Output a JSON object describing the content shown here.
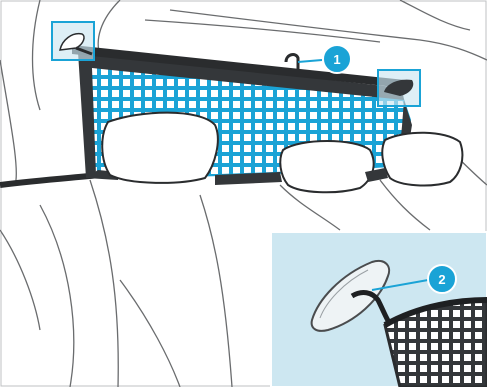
{
  "figure": {
    "callouts": [
      {
        "number": "1",
        "label": "center-fastener-callout"
      },
      {
        "number": "2",
        "label": "side-fastener-callout"
      }
    ]
  },
  "colors": {
    "accent": "#1aa3d6",
    "accent_light": "#cde7f1",
    "net_dark": "#3a3d40",
    "outline": "#5a5c5e",
    "background": "#ffffff"
  }
}
